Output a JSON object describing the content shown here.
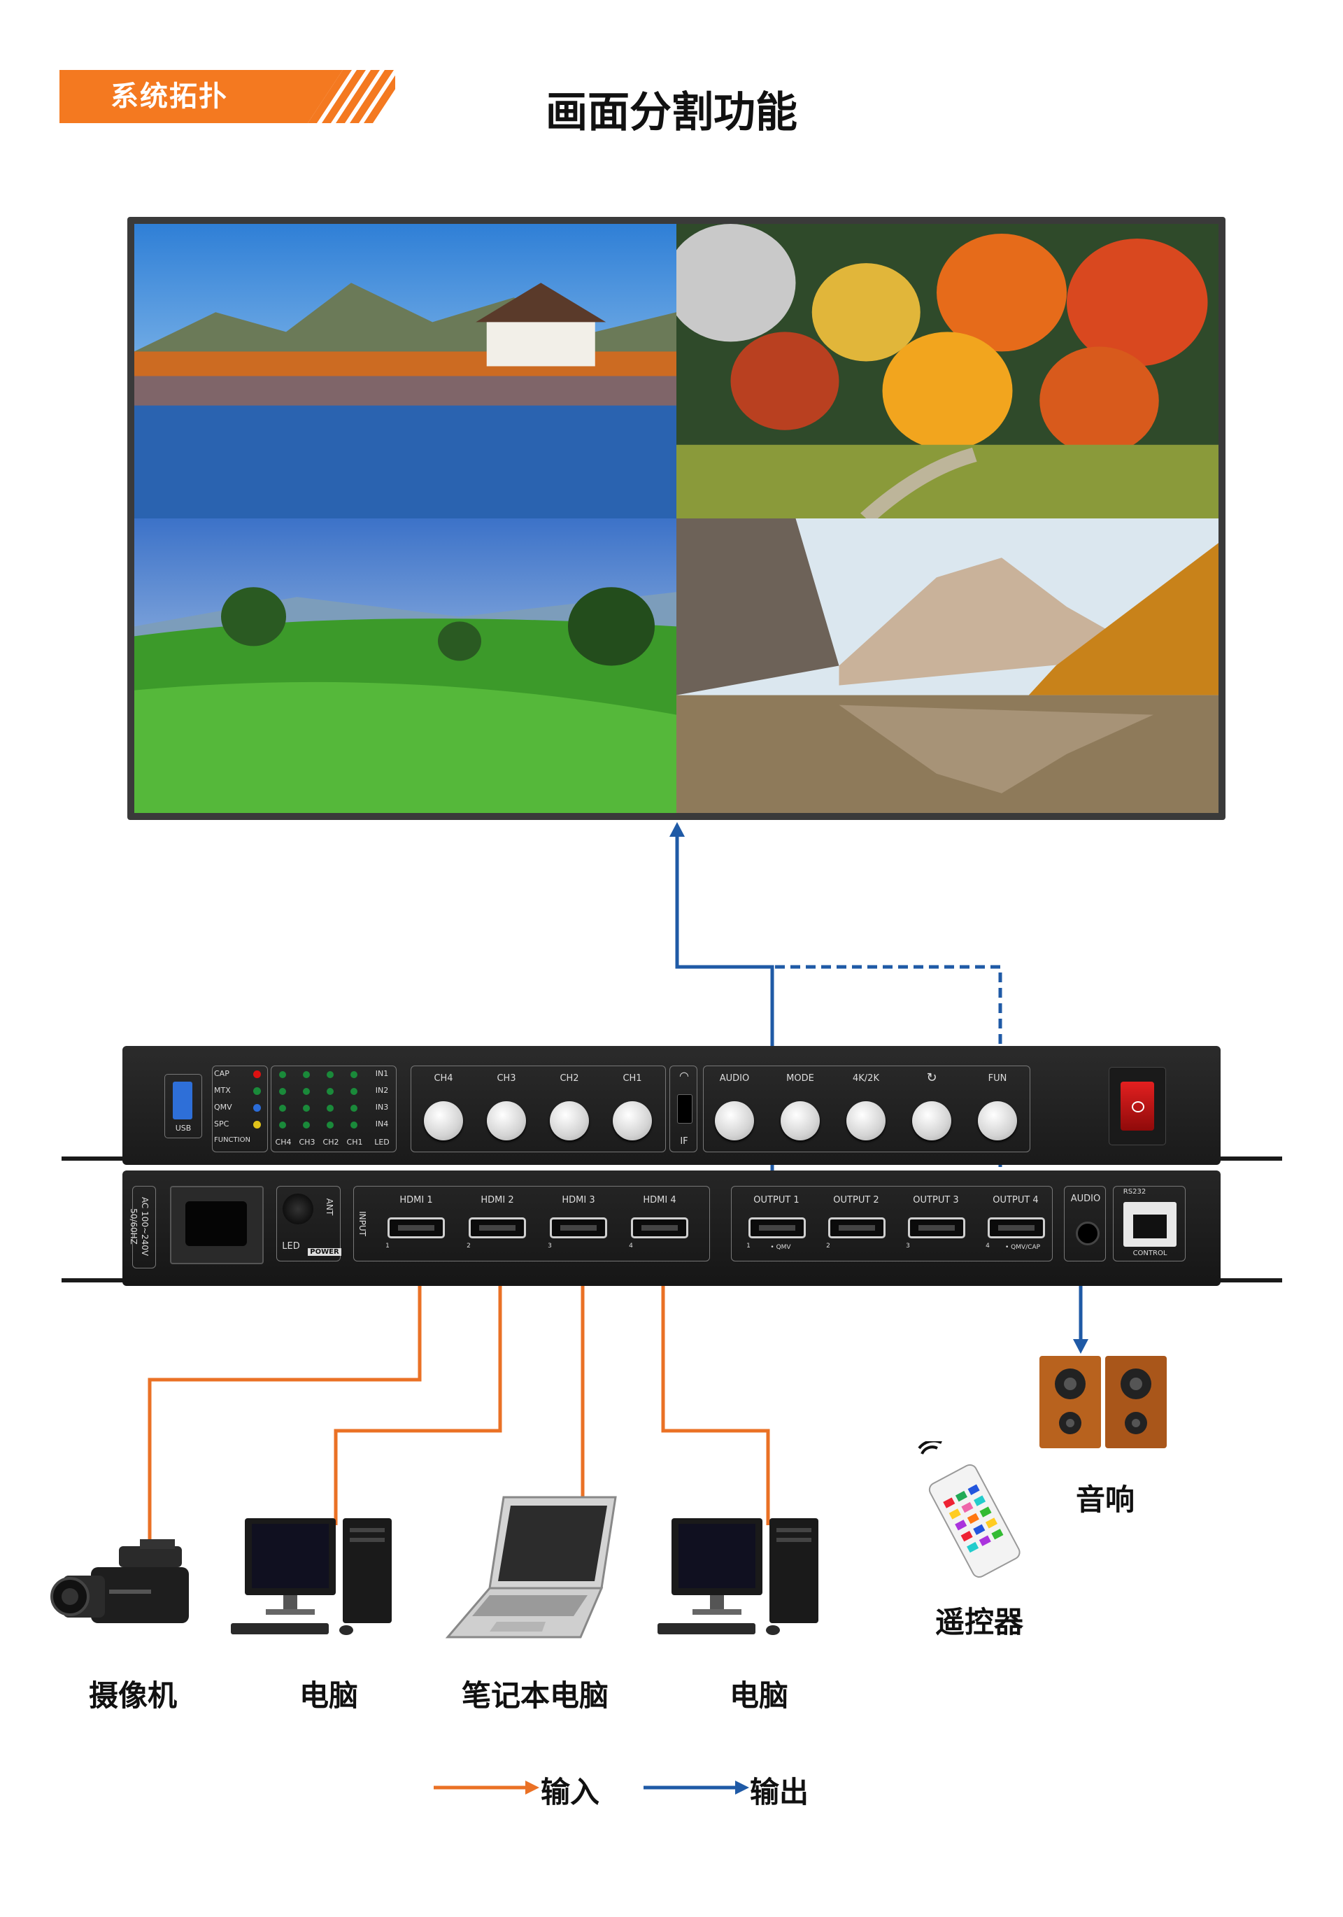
{
  "header": {
    "badge": "系统拓扑",
    "title": "画面分割功能"
  },
  "front_panel": {
    "usb": "USB",
    "indicators": [
      "CAP",
      "MTX",
      "QMV",
      "SPC",
      "FUNCTION"
    ],
    "grid_rows": [
      "IN1",
      "IN2",
      "IN3",
      "IN4"
    ],
    "grid_cols": [
      "CH4",
      "CH3",
      "CH2",
      "CH1",
      "LED"
    ],
    "channel_buttons": [
      "CH4",
      "CH3",
      "CH2",
      "CH1"
    ],
    "ir_label": "IF",
    "func_buttons": [
      "AUDIO",
      "MODE",
      "4K/2K",
      "",
      "FUN"
    ]
  },
  "back_panel": {
    "power_line1": "AC 100~240V",
    "power_line2": "50/60HZ",
    "ant": "ANT",
    "led": "LED",
    "power": "POWER",
    "input_label": "INPUT",
    "inputs": [
      "HDMI 1",
      "HDMI 2",
      "HDMI 3",
      "HDMI 4"
    ],
    "input_nums": [
      "1",
      "2",
      "3",
      "4"
    ],
    "outputs": [
      "OUTPUT 1",
      "OUTPUT 2",
      "OUTPUT 3",
      "OUTPUT 4"
    ],
    "output_nums": [
      "1",
      "2",
      "3",
      "4"
    ],
    "output1_sub": "• QMV",
    "output4_sub": "• QMV/CAP",
    "audio": "AUDIO",
    "rs232": "RS232",
    "control": "CONTROL"
  },
  "devices": {
    "camera": "摄像机",
    "pc1": "电脑",
    "laptop": "笔记本电脑",
    "pc2": "电脑",
    "remote": "遥控器",
    "speaker": "音响"
  },
  "legend": {
    "input": "输入",
    "output": "输出"
  },
  "colors": {
    "input_line": "#ea7125",
    "output_line": "#1f5aa6",
    "accent": "#f47920"
  }
}
